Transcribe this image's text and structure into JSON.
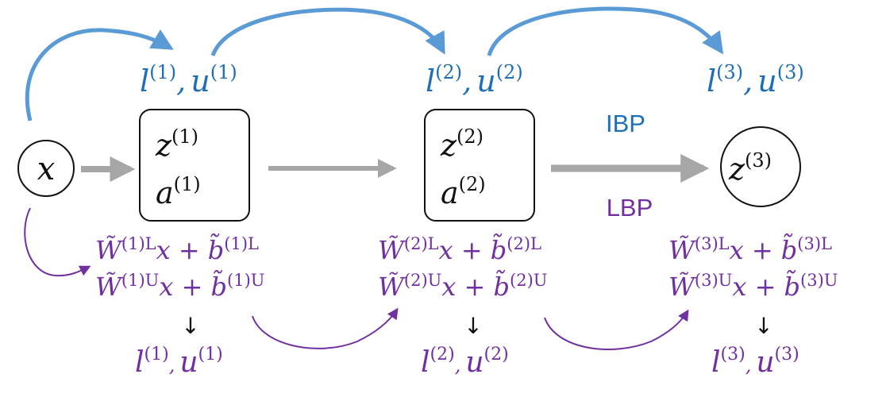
{
  "colors": {
    "blue_text": "#1f6fb8",
    "blue_arrow": "#5b9bd5",
    "purple": "#7030a0",
    "gray_arrow": "#a6a6a6",
    "black": "#111111"
  },
  "input": {
    "symbol": "x"
  },
  "layers": [
    {
      "index": "1",
      "box_lines": [
        {
          "base": "z",
          "sup": "(1)"
        },
        {
          "base": "a",
          "sup": "(1)"
        }
      ],
      "ibp_bounds": {
        "l": "l",
        "l_sup": "(1)",
        "sep": ",",
        "u": "u",
        "u_sup": "(1)"
      },
      "lbp_lower": {
        "W": "W̃",
        "W_sup": "(1)L",
        "x": "x + ",
        "b": "b̃",
        "b_sup": "(1)L"
      },
      "lbp_upper": {
        "W": "W̃",
        "W_sup": "(1)U",
        "x": "x + ",
        "b": "b̃",
        "b_sup": "(1)U"
      },
      "down_arrow": "↓",
      "lbp_bounds": {
        "l": "l",
        "l_sup": "(1)",
        "sep": ",",
        "u": "u",
        "u_sup": "(1)"
      }
    },
    {
      "index": "2",
      "box_lines": [
        {
          "base": "z",
          "sup": "(2)"
        },
        {
          "base": "a",
          "sup": "(2)"
        }
      ],
      "ibp_bounds": {
        "l": "l",
        "l_sup": "(2)",
        "sep": ",",
        "u": "u",
        "u_sup": "(2)"
      },
      "lbp_lower": {
        "W": "W̃",
        "W_sup": "(2)L",
        "x": "x + ",
        "b": "b̃",
        "b_sup": "(2)L"
      },
      "lbp_upper": {
        "W": "W̃",
        "W_sup": "(2)U",
        "x": "x + ",
        "b": "b̃",
        "b_sup": "(2)U"
      },
      "down_arrow": "↓",
      "lbp_bounds": {
        "l": "l",
        "l_sup": "(2)",
        "sep": ",",
        "u": "u",
        "u_sup": "(2)"
      }
    },
    {
      "index": "3",
      "box_lines": [
        {
          "base": "z",
          "sup": "(3)"
        }
      ],
      "ibp_bounds": {
        "l": "l",
        "l_sup": "(3)",
        "sep": ",",
        "u": "u",
        "u_sup": "(3)"
      },
      "lbp_lower": {
        "W": "W̃",
        "W_sup": "(3)L",
        "x": "x + ",
        "b": "b̃",
        "b_sup": "(3)L"
      },
      "lbp_upper": {
        "W": "W̃",
        "W_sup": "(3)U",
        "x": "x + ",
        "b": "b̃",
        "b_sup": "(3)U"
      },
      "down_arrow": "↓",
      "lbp_bounds": {
        "l": "l",
        "l_sup": "(3)",
        "sep": ",",
        "u": "u",
        "u_sup": "(3)"
      }
    }
  ],
  "labels": {
    "ibp": "IBP",
    "lbp": "LBP"
  }
}
